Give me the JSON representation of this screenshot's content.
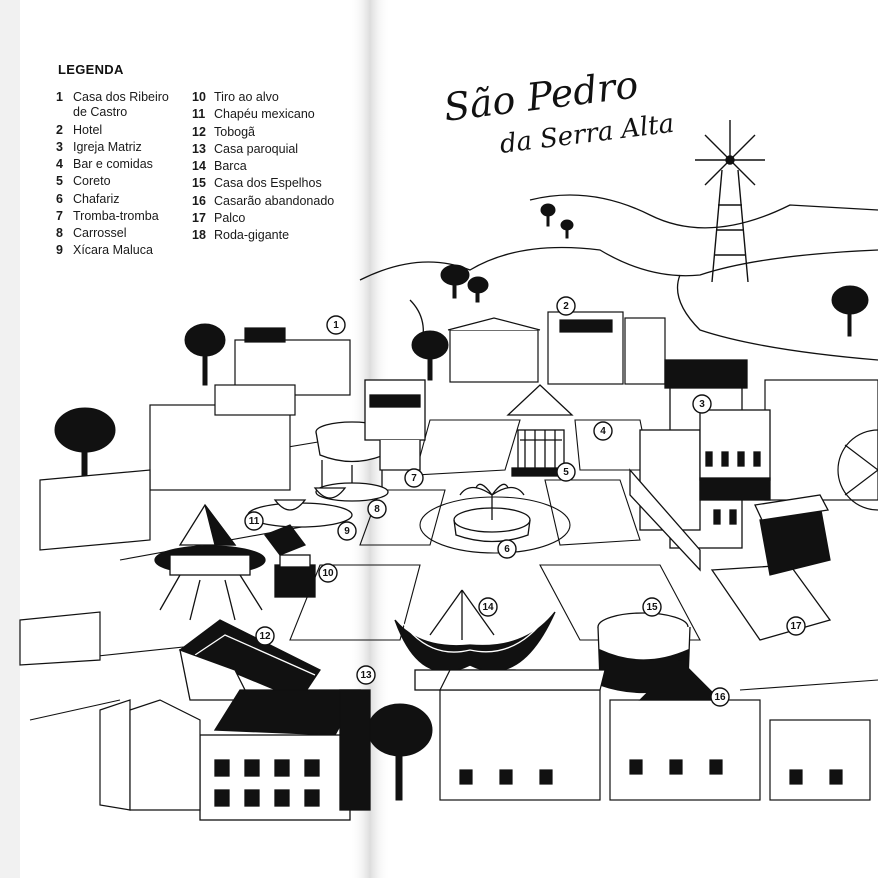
{
  "legend": {
    "title": "LEGENDA",
    "items": [
      {
        "num": "1",
        "label": "Casa dos Ribeiro de Castro"
      },
      {
        "num": "2",
        "label": "Hotel"
      },
      {
        "num": "3",
        "label": "Igreja Matriz"
      },
      {
        "num": "4",
        "label": "Bar e comidas"
      },
      {
        "num": "5",
        "label": "Coreto"
      },
      {
        "num": "6",
        "label": "Chafariz"
      },
      {
        "num": "7",
        "label": "Tromba-tromba"
      },
      {
        "num": "8",
        "label": "Carrossel"
      },
      {
        "num": "9",
        "label": "Xícara Maluca"
      },
      {
        "num": "10",
        "label": "Tiro ao alvo"
      },
      {
        "num": "11",
        "label": "Chapéu mexicano"
      },
      {
        "num": "12",
        "label": "Tobogã"
      },
      {
        "num": "13",
        "label": "Casa paroquial"
      },
      {
        "num": "14",
        "label": "Barca"
      },
      {
        "num": "15",
        "label": "Casa dos Espelhos"
      },
      {
        "num": "16",
        "label": "Casarão abandonado"
      },
      {
        "num": "17",
        "label": "Palco"
      },
      {
        "num": "18",
        "label": "Roda-gigante"
      }
    ]
  },
  "map": {
    "title_line1": "São Pedro",
    "title_line2": "da Serra Alta",
    "markers": [
      "1",
      "2",
      "3",
      "4",
      "5",
      "6",
      "7",
      "8",
      "9",
      "10",
      "11",
      "12",
      "13",
      "14",
      "15",
      "16",
      "17"
    ]
  },
  "colors": {
    "ink": "#111111",
    "paper": "#ffffff",
    "shadow": "#e9e9e9"
  }
}
